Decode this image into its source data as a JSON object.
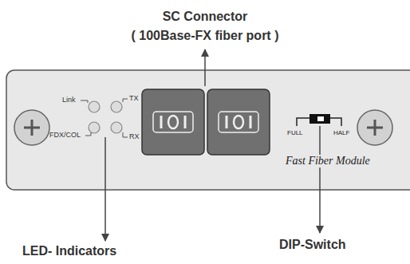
{
  "diagram": {
    "labels": [
      "SC Connector",
      "( 100Base-FX fiber port )",
      "Link",
      "TX",
      "FDX/COL",
      "RX",
      "FULL",
      "HALF",
      "Fast Fiber Module",
      "LED- Indicators",
      "DIP-Switch"
    ]
  }
}
